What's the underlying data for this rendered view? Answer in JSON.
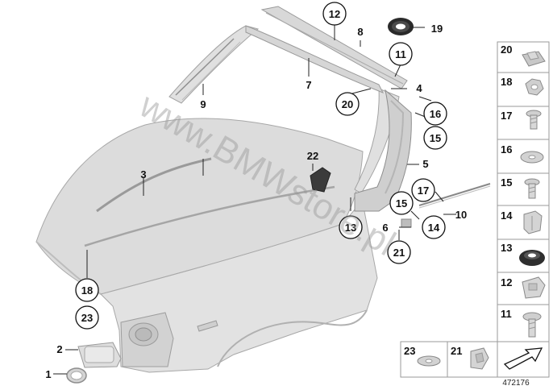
{
  "diagram": {
    "callouts_circled": {
      "c12": "12",
      "c19": "19",
      "c11": "11",
      "c20": "20",
      "c16": "16",
      "c15a": "15",
      "c22": "22",
      "c17": "17",
      "c15b": "15",
      "c13": "13",
      "c14": "14",
      "c21": "21",
      "c18": "18",
      "c23": "23"
    },
    "callouts_plain": {
      "p8": "8",
      "p4": "4",
      "p7": "7",
      "p9": "9",
      "p5": "5",
      "p3": "3",
      "p10": "10",
      "p6": "6",
      "p2": "2",
      "p1": "1"
    },
    "side_panel": [
      "20",
      "18",
      "17",
      "16",
      "15",
      "14",
      "13",
      "12",
      "11"
    ],
    "bottom_panel": [
      "23",
      "21"
    ],
    "diagram_id": "472176",
    "watermark": "www.BMWstore.pl"
  },
  "colors": {
    "part_fill": "#dcdcdc",
    "part_shade": "#c4c4c4",
    "outline": "#9a9a9a",
    "ink": "#111111"
  }
}
